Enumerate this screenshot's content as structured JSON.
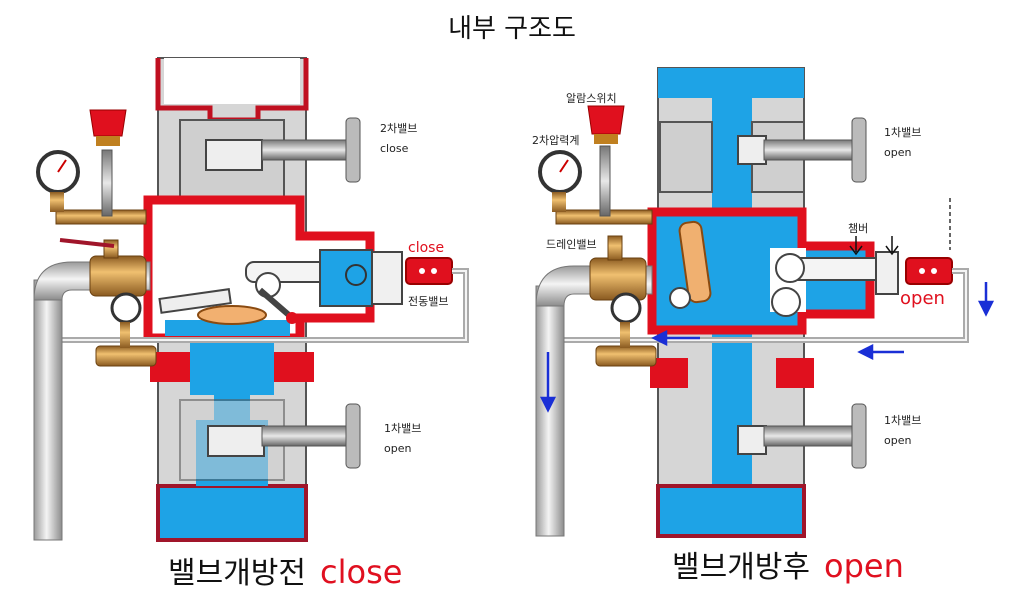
{
  "title": "내부 구조도",
  "left": {
    "caption": "밸브개방전",
    "state": "close",
    "labels": {
      "secondary_valve": "2차밸브",
      "secondary_state": "close",
      "solenoid_state": "close",
      "solenoid": "전동밸브",
      "primary_valve": "1차밸브",
      "primary_state": "open"
    }
  },
  "right": {
    "caption": "밸브개방후",
    "state": "open",
    "labels": {
      "alarm_switch": "알람스위치",
      "secondary_gauge": "2차압력계",
      "drain_valve": "드레인밸브",
      "chamber": "챔버",
      "secondary_valve": "1차밸브",
      "secondary_state": "open",
      "solenoid_state": "open",
      "primary_valve": "1차밸브",
      "primary_state": "open"
    }
  },
  "colors": {
    "water": "#1ea3e6",
    "red": "#e0101e",
    "pipe": "#dcdcdc",
    "body": "#d8d8d8",
    "flow_arrow": "#1a2fd6"
  }
}
